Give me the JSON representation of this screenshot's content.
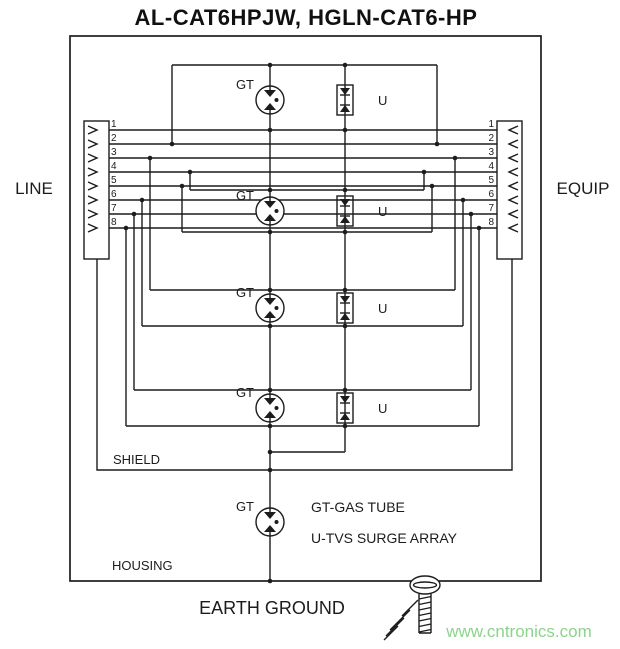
{
  "title": "AL-CAT6HPJW, HGLN-CAT6-HP",
  "connectors": {
    "left_label": "LINE",
    "right_label": "EQUIP",
    "pins": [
      "1",
      "2",
      "3",
      "4",
      "5",
      "6",
      "7",
      "8"
    ]
  },
  "components": {
    "gas_tube_label": "GT",
    "tvs_label": "U"
  },
  "labels": {
    "shield": "SHIELD",
    "housing": "HOUSING",
    "earth_ground": "EARTH GROUND"
  },
  "legend": {
    "gt_line": "GT-GAS TUBE",
    "u_line": "U-TVS SURGE ARRAY"
  },
  "watermark": "www.cntronics.com",
  "colors": {
    "stroke": "#1c1c1c",
    "title": "#101010",
    "watermark": "#8cd48c",
    "background": "#ffffff"
  }
}
